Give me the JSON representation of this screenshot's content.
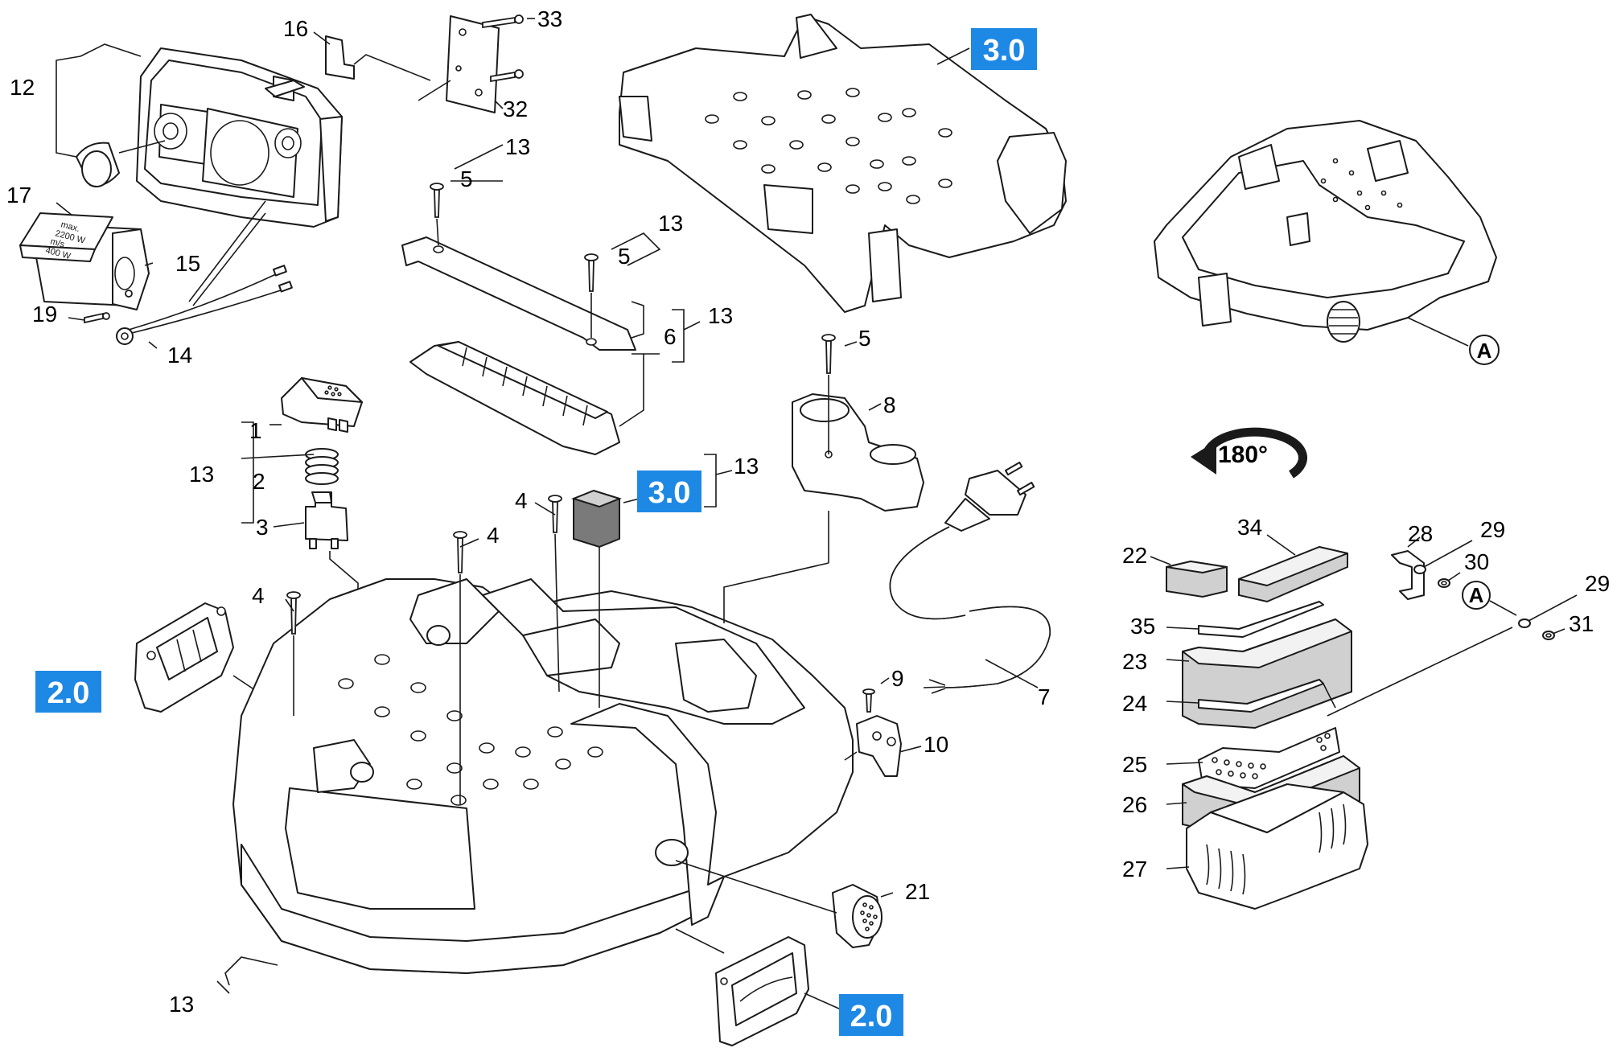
{
  "labels": {
    "n1": "1",
    "n2": "2",
    "n3": "3",
    "n4a": "4",
    "n4b": "4",
    "n4c": "4",
    "n5a": "5",
    "n5b": "5",
    "n5c": "5",
    "n6": "6",
    "n7": "7",
    "n8": "8",
    "n9": "9",
    "n10": "10",
    "n12": "12",
    "n13a": "13",
    "n13b": "13",
    "n13c": "13",
    "n13d": "13",
    "n13e": "13",
    "n13f": "13",
    "n14": "14",
    "n15": "15",
    "n16": "16",
    "n17": "17",
    "n19": "19",
    "n21": "21",
    "n22": "22",
    "n23": "23",
    "n24": "24",
    "n25": "25",
    "n26": "26",
    "n27": "27",
    "n28": "28",
    "n29a": "29",
    "n29b": "29",
    "n30": "30",
    "n31": "31",
    "n32": "32",
    "n33": "33",
    "n34": "34",
    "n35": "35"
  },
  "badges": {
    "b3_top": "3.0",
    "b3_mid": "3.0",
    "b2_left": "2.0",
    "b2_bottom": "2.0"
  },
  "badge_color": "#1e88e5",
  "rotation_label": "180°",
  "ref_marker": "A",
  "plate_text": {
    "line1": "max.",
    "line2": "2200 W",
    "line3": "m/s",
    "line4": "400 W"
  }
}
